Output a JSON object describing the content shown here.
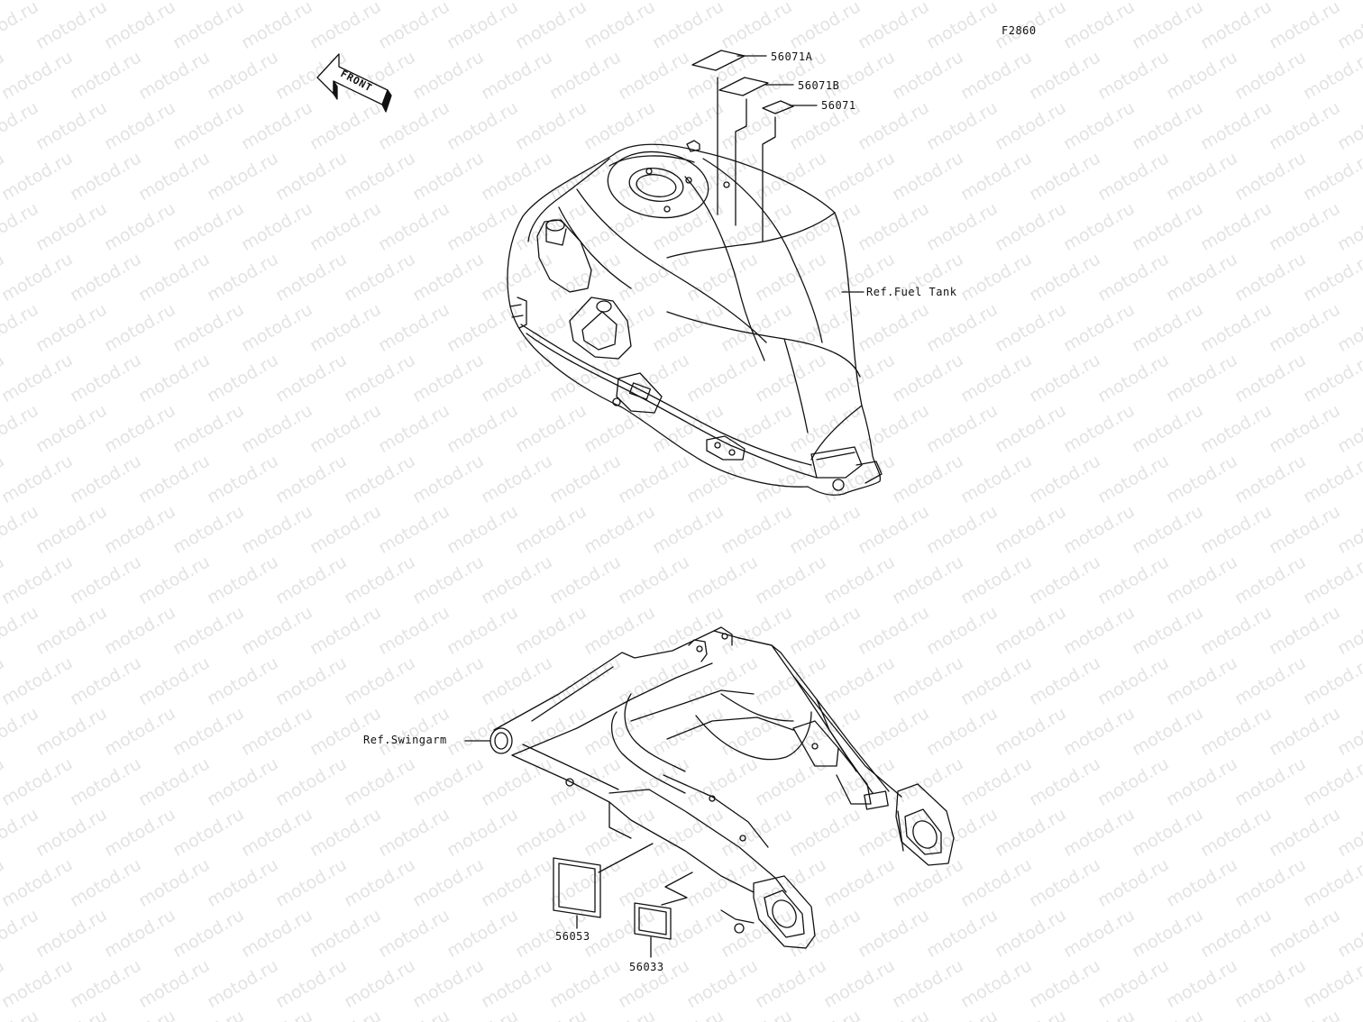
{
  "figure_code": "F2860",
  "front_arrow_text": "FRONT",
  "watermark": "motod.ru",
  "labels": {
    "part_56071a": "56071A",
    "part_56071b": "56071B",
    "part_56071": "56071",
    "ref_fuel_tank": "Ref.Fuel Tank",
    "ref_swingarm": "Ref.Swingarm",
    "part_56053": "56053",
    "part_56033": "56033"
  },
  "colors": {
    "line": "#111111",
    "watermark": "#e3e3e3"
  }
}
